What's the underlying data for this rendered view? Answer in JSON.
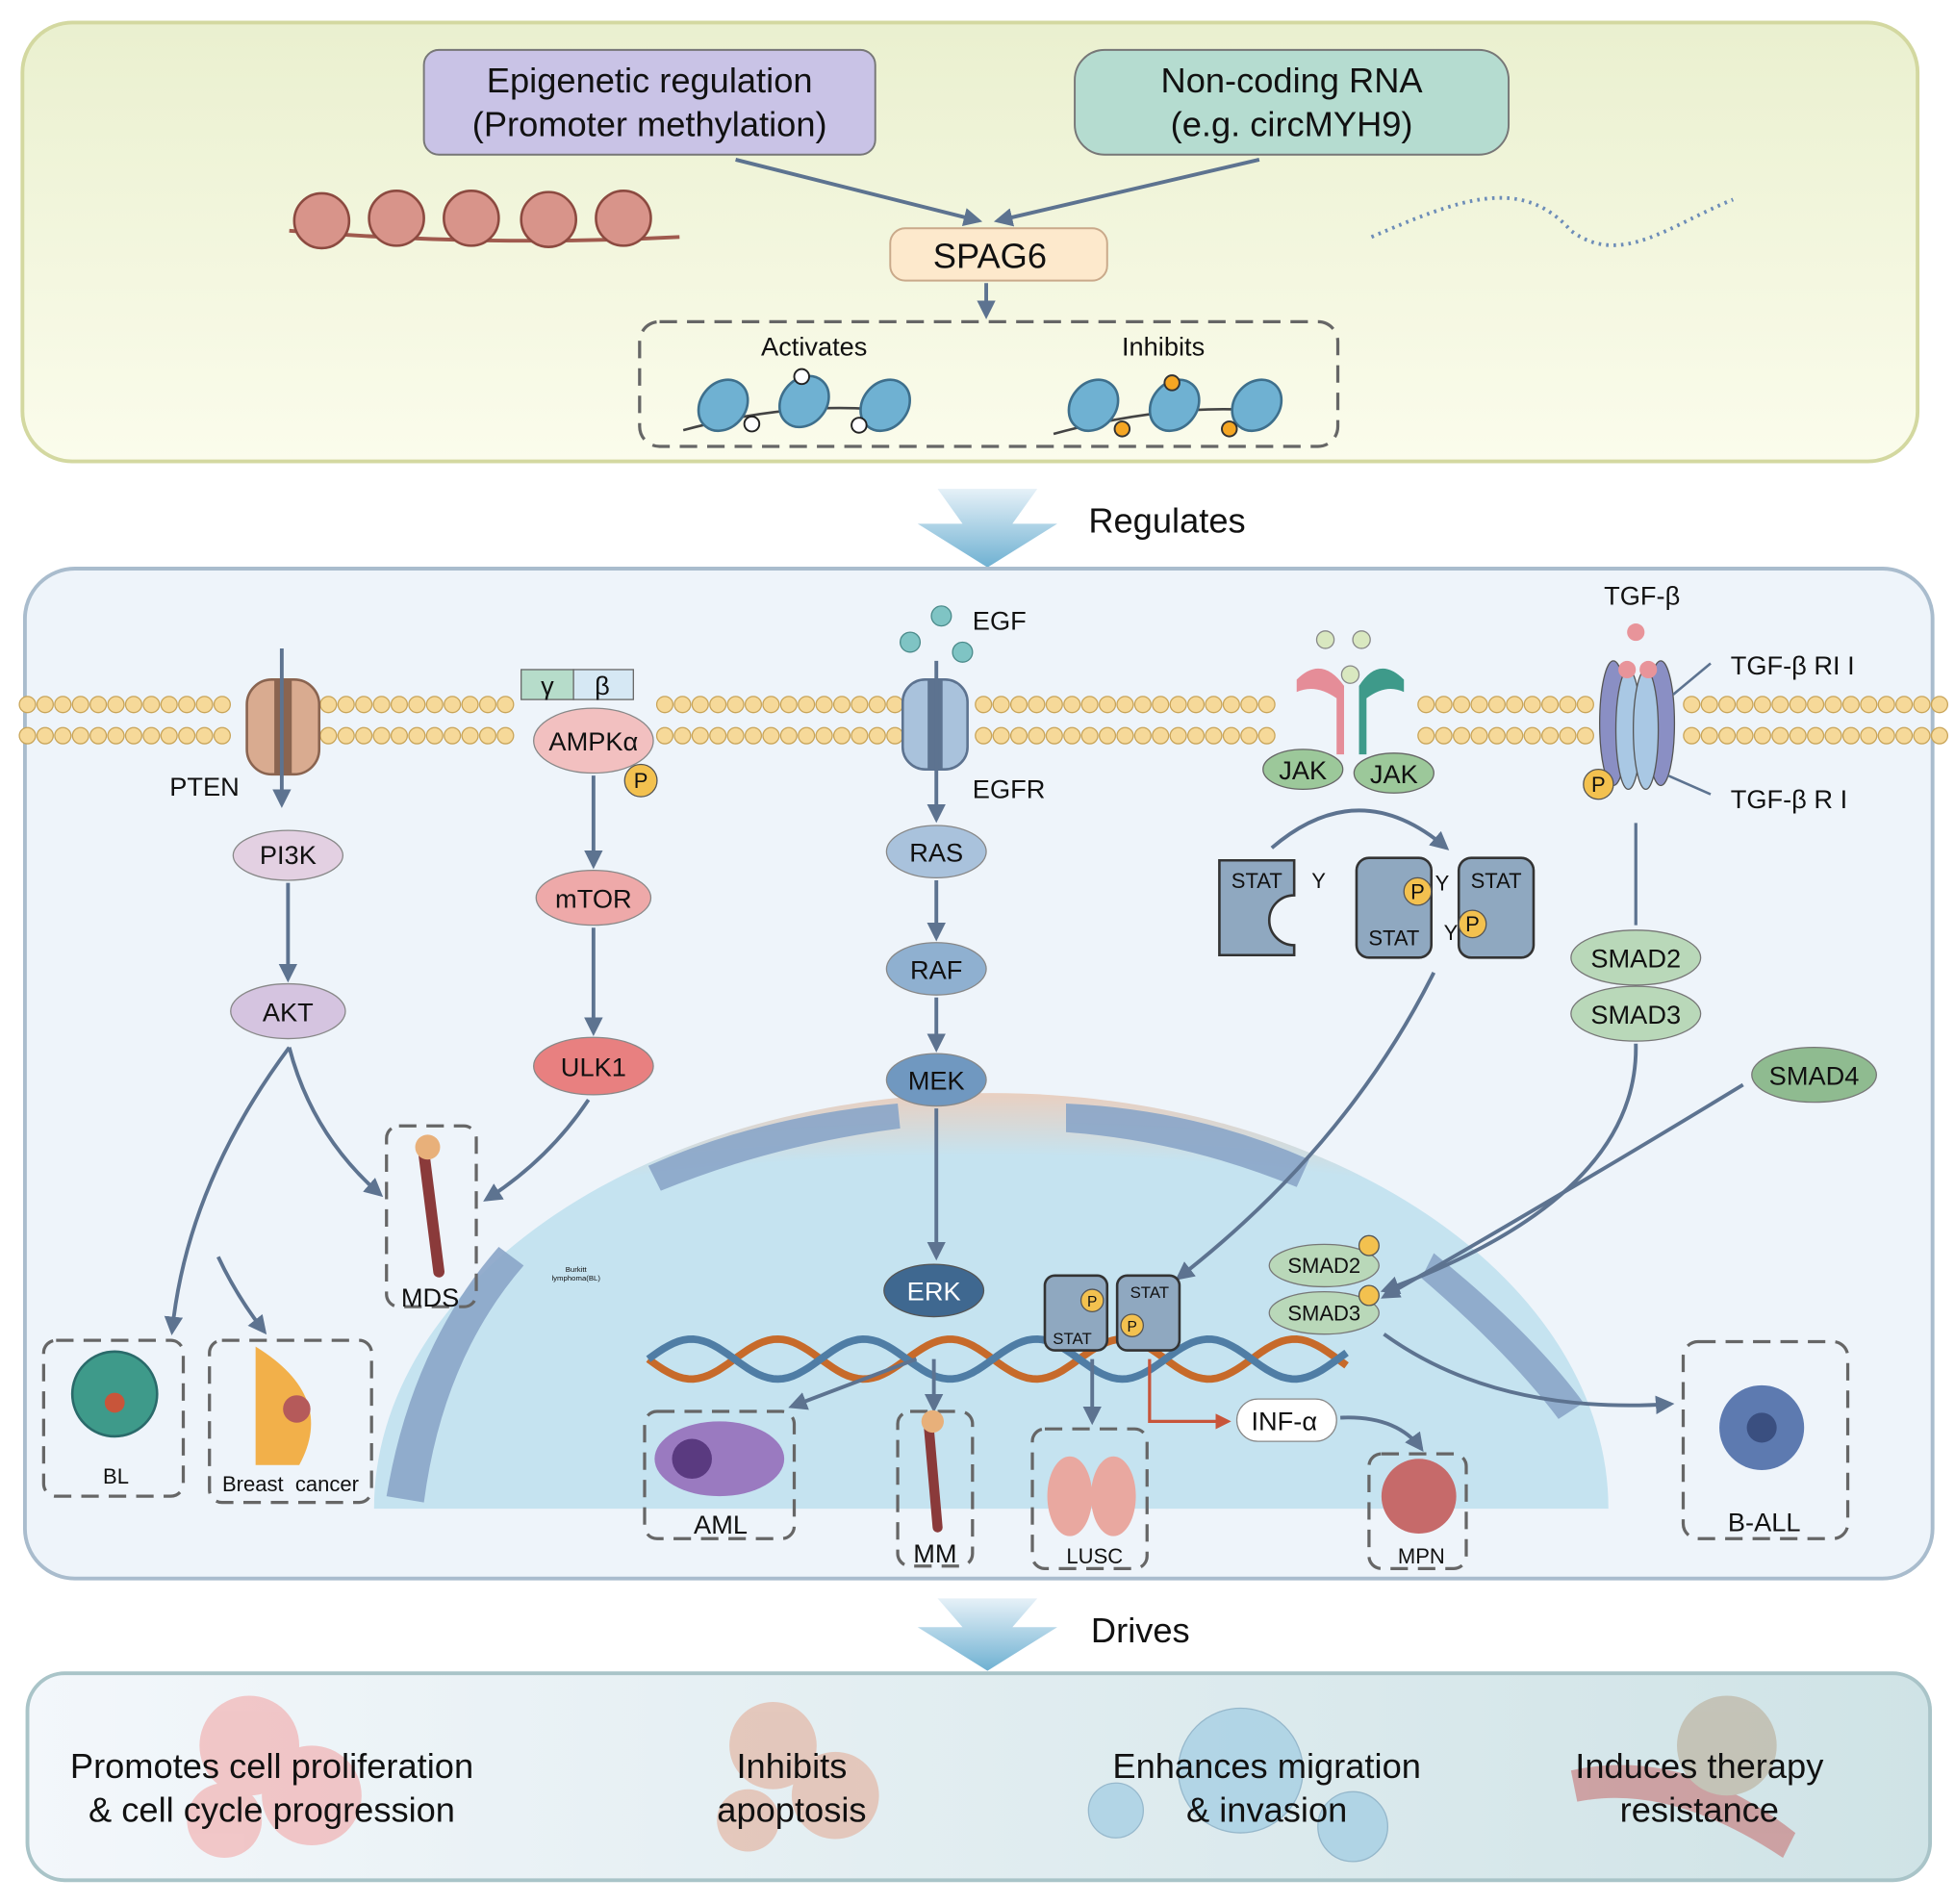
{
  "top_panel": {
    "epigenetic": {
      "line1": "Epigenetic regulation",
      "line2": "(Promoter methylation)"
    },
    "ncrna": {
      "line1": "Non-coding RNA",
      "line2": "(e.g. circMYH9)"
    },
    "spag6": "SPAG6",
    "activates": "Activates",
    "inhibits": "Inhibits"
  },
  "regulates": "Regulates",
  "drives": "Drives",
  "pathway": {
    "pten": "PTEN",
    "pi3k": "PI3K",
    "akt": "AKT",
    "gamma": "γ",
    "beta": "β",
    "ampk": "AMPKα",
    "p": "P",
    "mtor": "mTOR",
    "ulk1": "ULK1",
    "egf": "EGF",
    "egfr": "EGFR",
    "ras": "RAS",
    "raf": "RAF",
    "mek": "MEK",
    "erk": "ERK",
    "jak": "JAK",
    "stat": "STAT",
    "y": "Y",
    "tgfb": "TGF-β",
    "tgfbr2": "TGF-β RI I",
    "tgfbr1": "TGF-β R I",
    "smad2": "SMAD2",
    "smad3": "SMAD3",
    "smad4": "SMAD4",
    "infa": "INF-α",
    "burkitt_line1": "Burkitt",
    "burkitt_line2": "lymphoma(BL)"
  },
  "diseases": {
    "mds": "MDS",
    "bl": "BL",
    "breast": "Breast  cancer",
    "aml": "AML",
    "mm": "MM",
    "lusc": "LUSC",
    "mpn": "MPN",
    "ball": "B-ALL"
  },
  "outcomes": [
    {
      "line1": "Promotes cell proliferation",
      "line2": "& cell cycle progression"
    },
    {
      "line1": "Inhibits",
      "line2": "apoptosis"
    },
    {
      "line1": "Enhances migration",
      "line2": "& invasion"
    },
    {
      "line1": "Induces therapy",
      "line2": "resistance"
    }
  ],
  "colors": {
    "arrow": "#5d7390",
    "membrane": "#f6d999",
    "nucleus": "#c5e3f0",
    "pi3k": "#e3d0e2",
    "mtor": "#eea9a9",
    "ras": "#a9c2dc",
    "smad": "#b9d8b9"
  }
}
